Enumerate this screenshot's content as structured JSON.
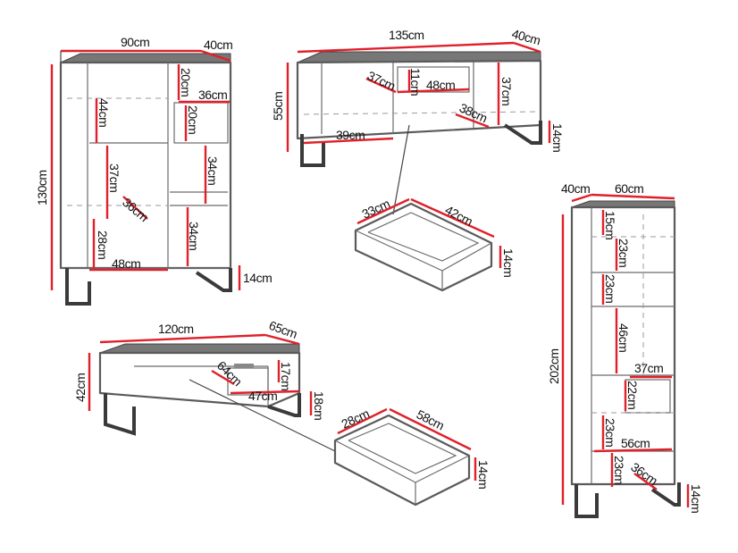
{
  "diagram": {
    "accent_color": "#e0202a",
    "highboard": {
      "width": "90cm",
      "depth": "40cm",
      "height": "130cm",
      "top_gap": "20cm",
      "shelf_width": "36cm",
      "left_top_compartment": "44cm",
      "niche_height": "20cm",
      "left_middle": "37cm",
      "right_middle": "34cm",
      "inner_depth": "36cm",
      "left_bottom": "28cm",
      "right_bottom": "34cm",
      "inner_width": "48cm",
      "leg_height": "14cm"
    },
    "tv_stand": {
      "width": "135cm",
      "depth": "40cm",
      "height": "55cm",
      "left_depth": "37cm",
      "niche_height": "11cm",
      "niche_width": "48cm",
      "right_height": "37cm",
      "right_depth": "38cm",
      "left_width": "39cm",
      "leg_height": "14cm"
    },
    "tv_drawer": {
      "depth": "33cm",
      "width": "42cm",
      "height": "14cm"
    },
    "coffee_table": {
      "width": "120cm",
      "depth": "65cm",
      "height": "42cm",
      "inner_depth": "64cm",
      "niche_height": "17cm",
      "inner_width": "47cm",
      "leg_height": "18cm"
    },
    "table_drawer": {
      "depth": "28cm",
      "width": "58cm",
      "height": "14cm"
    },
    "tall_cabinet": {
      "depth": "40cm",
      "width": "60cm",
      "height": "202cm",
      "top_gap": "15cm",
      "shelf1": "23cm",
      "shelf2": "23cm",
      "shelf3": "46cm",
      "niche_width": "37cm",
      "niche_height": "22cm",
      "shelf4": "23cm",
      "inner_width": "56cm",
      "shelf5": "23cm",
      "inner_depth": "36cm",
      "leg_height": "14cm"
    }
  }
}
